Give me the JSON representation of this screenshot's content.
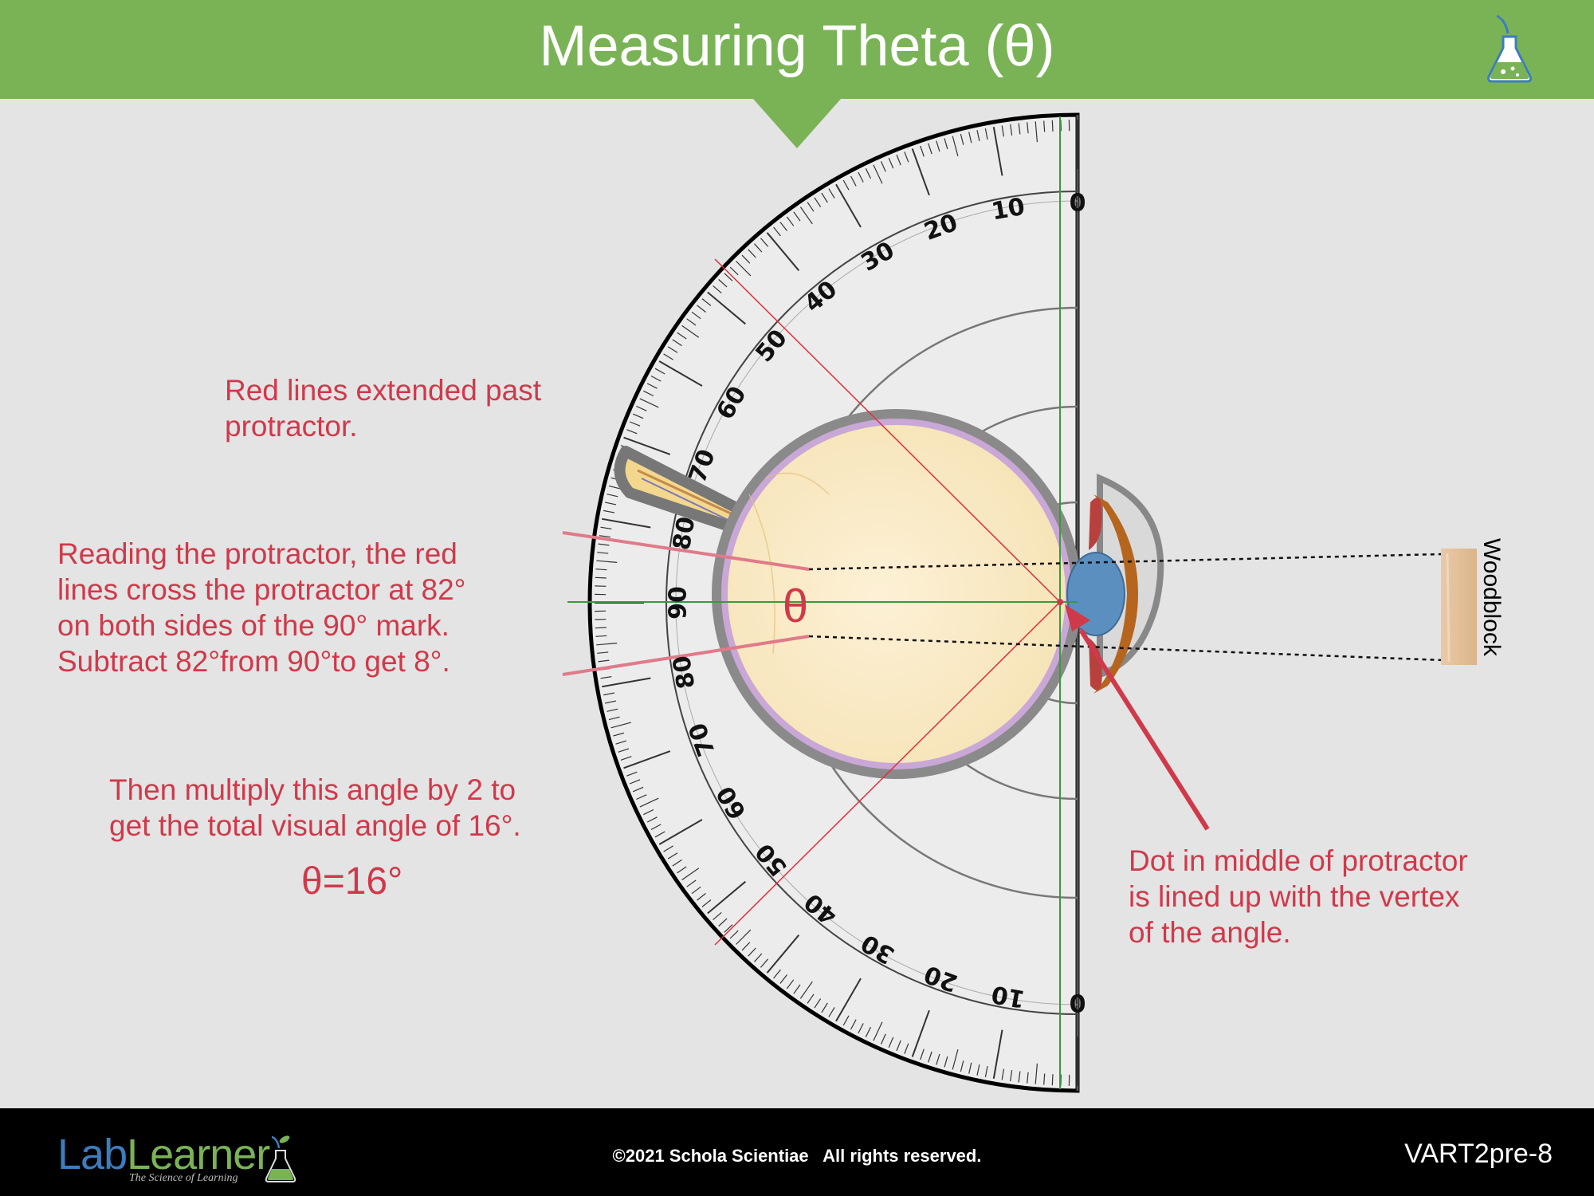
{
  "header": {
    "title": "Measuring Theta (θ)"
  },
  "diagram": {
    "theta_symbol": "θ",
    "woodblock_label": "Woodblock",
    "protractor_upper_labels": [
      "0",
      "10",
      "20",
      "30",
      "40",
      "50",
      "60",
      "70",
      "80"
    ],
    "protractor_middle_label": "90",
    "protractor_lower_labels": [
      "0",
      "10",
      "20",
      "30",
      "40",
      "50",
      "60",
      "70",
      "80"
    ]
  },
  "notes": {
    "red_lines": [
      "Red lines extended past",
      "protractor."
    ],
    "reading": [
      "Reading the protractor, the red",
      "lines cross the protractor at 82°",
      "on both sides of the 90° mark.",
      "Subtract 82°from 90°to get 8°."
    ],
    "multiply": [
      "Then multiply this angle by 2 to",
      "get the total visual angle of  16°."
    ],
    "theta_result": "θ=16°",
    "dot": [
      "Dot in middle of protractor",
      "is lined up with the vertex",
      "of the angle."
    ]
  },
  "footer": {
    "brand_lab": "Lab",
    "brand_learner": "Learner",
    "brand_tagline": "The Science of Learning",
    "copyright": "©2021 Schola Scientiae   All rights reserved.",
    "slide_id": "VART2pre-8"
  },
  "colors": {
    "header_green": "#7ab356",
    "annotation_red": "#d0394a",
    "guide_green": "#3a9a3a",
    "footer_black": "#000000"
  },
  "icons": [
    "flask-icon",
    "arrow-icon"
  ]
}
